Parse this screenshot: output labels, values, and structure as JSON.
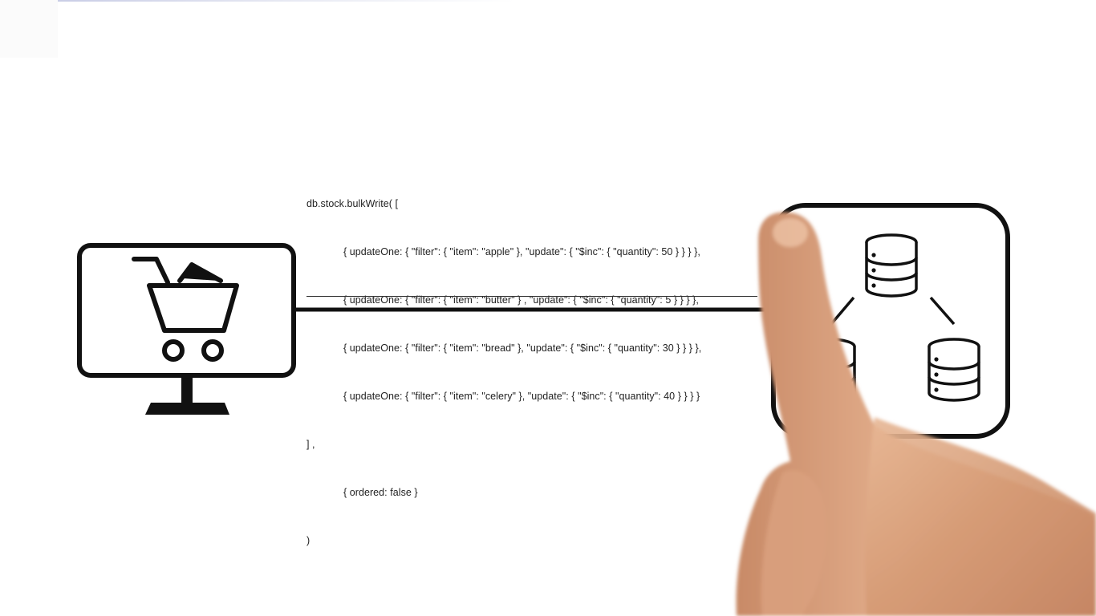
{
  "code": {
    "lines": [
      "db.stock.bulkWrite( [",
      "{ updateOne: { \"filter\": { \"item\": \"apple\" }, \"update\": { \"$inc\": { \"quantity\": 50 } } } },",
      "{ updateOne: { \"filter\": { \"item\": \"butter\" } , \"update\": { \"$inc\": { \"quantity\": 5 } } } },",
      "{ updateOne: { \"filter\": { \"item\": \"bread\" }, \"update\": { \"$inc\": { \"quantity\": 30 } } } },",
      "{ updateOne: { \"filter\": { \"item\": \"celery\" }, \"update\": { \"$inc\": { \"quantity\": 40 } } } }",
      "] ,",
      "{ ordered: false }",
      ")"
    ]
  },
  "icons": {
    "client": "monitor-shopping-cart-icon",
    "cluster": "database-replica-set-icon",
    "database": "database-icon",
    "hand": "pointing-hand"
  },
  "colors": {
    "ink": "#111111",
    "text": "#222222",
    "background": "#ffffff",
    "skin": "#d9a27e"
  }
}
